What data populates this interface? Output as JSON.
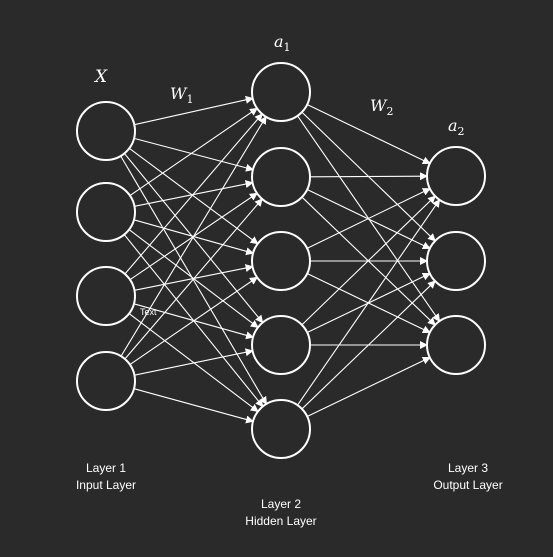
{
  "labels": {
    "input_var": "X",
    "weights_1_main": "W",
    "weights_1_sub": "1",
    "weights_2_main": "W",
    "weights_2_sub": "2",
    "hidden_act_main": "a",
    "hidden_act_sub": "1",
    "output_act_main": "a",
    "output_act_sub": "2",
    "stray_text": "Text"
  },
  "layers": {
    "input": {
      "line1": "Layer 1",
      "line2": "Input Layer",
      "node_count": 4
    },
    "hidden": {
      "line1": "Layer 2",
      "line2": "Hidden Layer",
      "node_count": 5
    },
    "output": {
      "line1": "Layer 3",
      "line2": "Output Layer",
      "node_count": 3
    }
  },
  "colors": {
    "background": "#2a2a2a",
    "foreground": "#ffffff"
  }
}
